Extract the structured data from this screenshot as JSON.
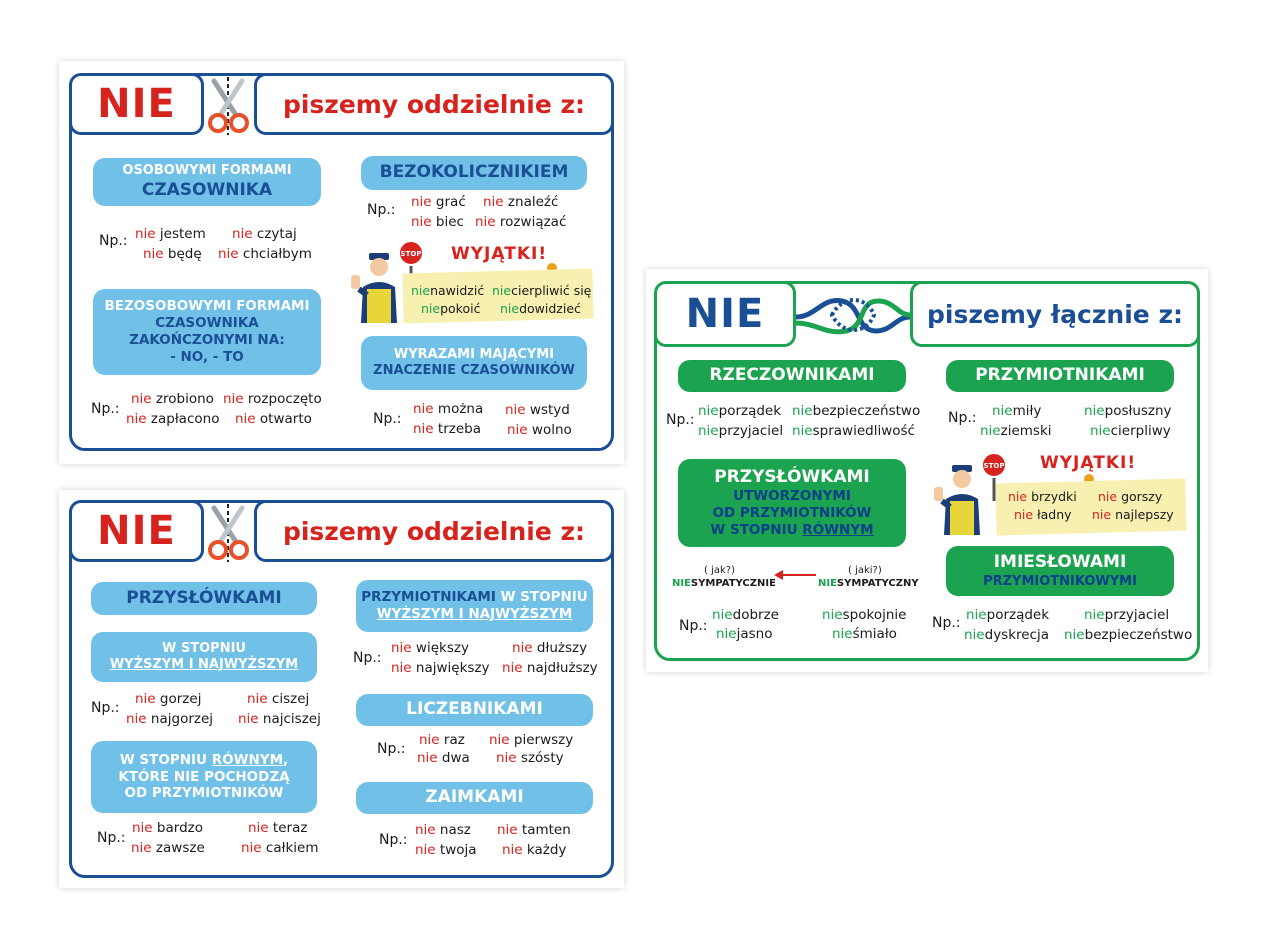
{
  "card1": {
    "nie": "NIE",
    "heading": "piszemy oddzielnie z:",
    "pill_osob_1": "OSOBOWYMI FORMAMI",
    "pill_osob_2": "CZASOWNIKA",
    "pill_bezok": "BEZOKOLICZNIKIEM",
    "pill_bezos_1": "BEZOSOBOWYMI FORMAMI",
    "pill_bezos_2": "CZASOWNIKA",
    "pill_bezos_3": "ZAKOŃCZONYMI NA:",
    "pill_bezos_4": "- NO, - TO",
    "pill_wyraz_1": "WYRAZAMI MAJĄCYMI",
    "pill_wyraz_2": "ZNACZENIE CZASOWNIKÓW",
    "wyjatki": "WYJĄTKI!",
    "stop": "STOP",
    "np": "Np.:",
    "nie_word": "nie",
    "ex_osob": [
      "jestem",
      "czytaj",
      "będę",
      "chciałbym"
    ],
    "ex_bezok": [
      "grać",
      "znaleźć",
      "biec",
      "rozwiązać"
    ],
    "ex_wyj": [
      "nawidzić",
      "cierpliwić się",
      "pokoić",
      "dowidzieć"
    ],
    "ex_bezos": [
      "zrobiono",
      "rozpoczęto",
      "zapłacono",
      "otwarto"
    ],
    "ex_wyraz": [
      "można",
      "wstyd",
      "trzeba",
      "wolno"
    ]
  },
  "card2": {
    "nie": "NIE",
    "heading": "piszemy oddzielnie z:",
    "pill_przys": "PRZYSŁÓWKAMI",
    "pill_stop_1": "W STOPNIU",
    "pill_stop_2": "WYŻSZYM I NAJWYŻSZYM",
    "pill_rown_1a": "W STOPNIU ",
    "pill_rown_1b": "RÓWNYM",
    "pill_rown_1c": ",",
    "pill_rown_2": "KTÓRE NIE POCHODZĄ",
    "pill_rown_3": "OD PRZYMIOTNIKÓW",
    "pill_przym_1a": "PRZYMIOTNIKAMI",
    "pill_przym_1b": " W STOPNIU",
    "pill_przym_2": "WYŻSZYM I NAJWYŻSZYM",
    "pill_licz": "LICZEBNIKAMI",
    "pill_zaim": "ZAIMKAMI",
    "np": "Np.:",
    "nie_word": "nie",
    "ex_stop": [
      "gorzej",
      "ciszej",
      "najgorzej",
      "najciszej"
    ],
    "ex_rown": [
      "bardzo",
      "teraz",
      "zawsze",
      "całkiem"
    ],
    "ex_przym": [
      "większy",
      "dłuższy",
      "największy",
      "najdłuższy"
    ],
    "ex_licz": [
      "raz",
      "pierwszy",
      "dwa",
      "szósty"
    ],
    "ex_zaim": [
      "nasz",
      "tamten",
      "twoja",
      "każdy"
    ]
  },
  "card3": {
    "nie": "NIE",
    "heading": "piszemy łącznie z:",
    "pill_rzecz": "RZECZOWNIKAMI",
    "pill_przym": "PRZYMIOTNIKAMI",
    "pill_przys_1": "PRZYSŁÓWKAMI",
    "pill_przys_2": "UTWORZONYMI",
    "pill_przys_3": "OD PRZYMIOTNIKÓW",
    "pill_przys_4a": "W STOPNIU ",
    "pill_przys_4b": "RÓWNYM",
    "pill_imies_1": "IMIESŁOWAMI",
    "pill_imies_2": "PRZYMIOTNIKOWYMI",
    "wyjatki": "WYJĄTKI!",
    "stop": "STOP",
    "np": "Np.:",
    "nie_word": "nie",
    "nie_caps": "NIE",
    "jak_left": "( jak?)",
    "jak_right": "( jaki?)",
    "sympat_left": "SYMPATYCZNIE",
    "sympat_right": "SYMPATYCZNY",
    "ex_rzecz": [
      "porządek",
      "bezpieczeństwo",
      "przyjaciel",
      "sprawiedliwość"
    ],
    "ex_przym": [
      "miły",
      "posłuszny",
      "ziemski",
      "cierpliwy"
    ],
    "ex_wyj": [
      "brzydki",
      "gorszy",
      "ładny",
      "najlepszy"
    ],
    "ex_przys": [
      "dobrze",
      "spokojnie",
      "jasno",
      "śmiało"
    ],
    "ex_imies": [
      "porządek",
      "przyjaciel",
      "dyskrecja",
      "bezpieczeństwo"
    ]
  }
}
